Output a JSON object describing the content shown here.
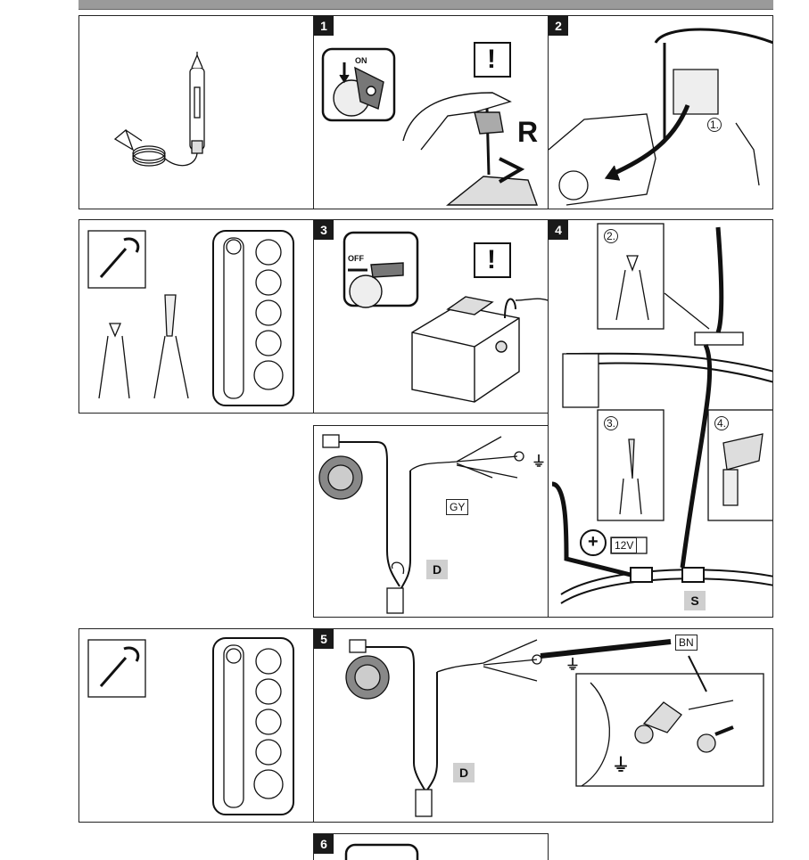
{
  "steps": {
    "s1": "1",
    "s2": "2",
    "s3": "3",
    "s4": "4",
    "s5": "5",
    "s6": "6"
  },
  "labels": {
    "key_on": "ON",
    "key_off": "OFF",
    "gear_reverse": "R",
    "callout_1": "1.",
    "callout_2": "2.",
    "callout_3": "3.",
    "callout_4": "4.",
    "wire_grey": "GY",
    "wire_brown": "BN",
    "device_d": "D",
    "splice_s": "S",
    "voltage": "12V",
    "device_d2": "D"
  },
  "icons": {
    "warning": "exclamation-icon",
    "ground": "ground-icon",
    "plus": "plus-icon",
    "wrench": "wrench-icon"
  },
  "colors": {
    "frame": "#222222",
    "badge": "#1a1a1a",
    "label_grey": "#cfcfcf",
    "top_bar": "#9a9a9a"
  }
}
